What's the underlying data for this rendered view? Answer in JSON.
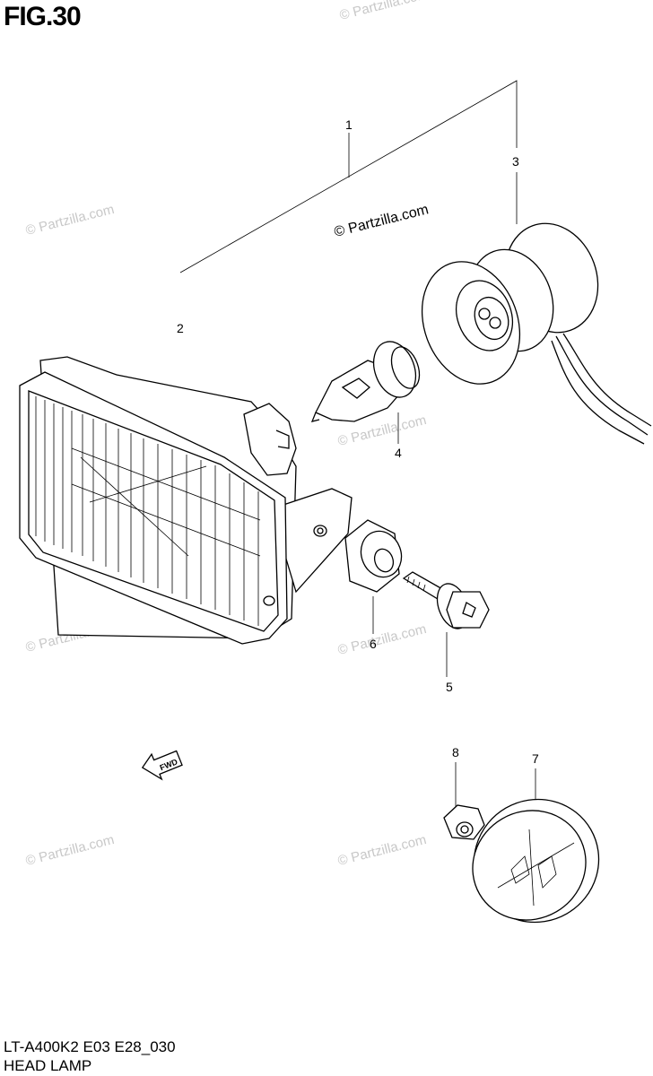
{
  "figure": {
    "title": "FIG.30",
    "model_code": "LT-A400K2  E03  E28_030",
    "section_name": "HEAD LAMP"
  },
  "watermark": {
    "text": "© Partzilla.com"
  },
  "callouts": [
    {
      "id": "callout-1",
      "label": "1"
    },
    {
      "id": "callout-2",
      "label": "2"
    },
    {
      "id": "callout-3",
      "label": "3"
    },
    {
      "id": "callout-4",
      "label": "4"
    },
    {
      "id": "callout-5",
      "label": "5"
    },
    {
      "id": "callout-6",
      "label": "6"
    },
    {
      "id": "callout-7",
      "label": "7"
    },
    {
      "id": "callout-8",
      "label": "8"
    }
  ],
  "direction_arrow": {
    "label": "FWD"
  }
}
